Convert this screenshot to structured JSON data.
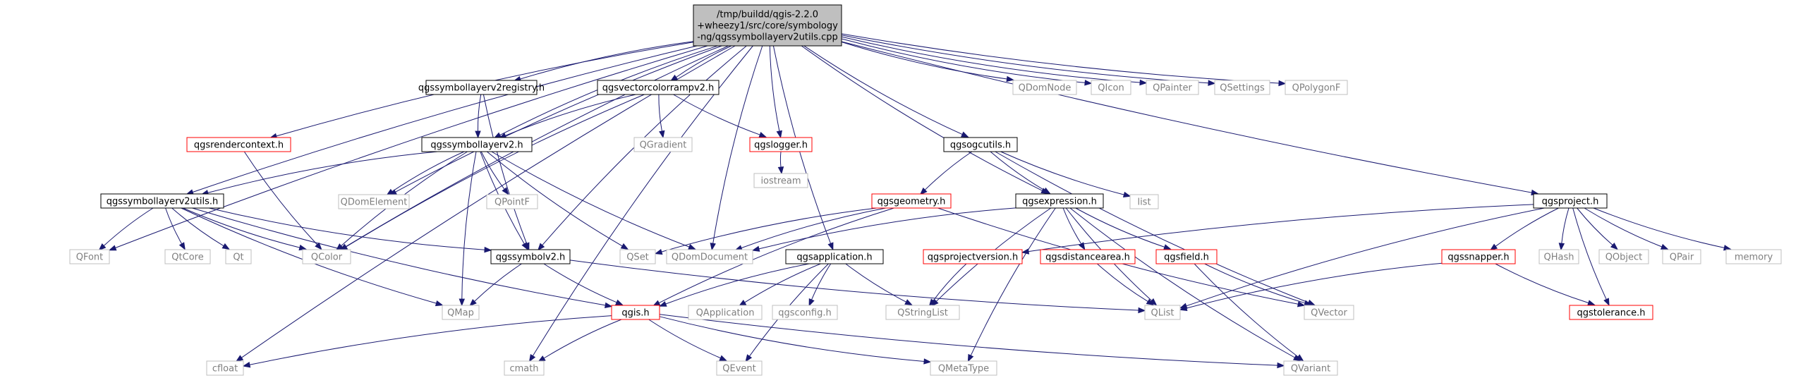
{
  "colors": {
    "edge": "#191970",
    "root_fill": "#bfbfbf",
    "root_border": "#000000",
    "normal_border": "#000000",
    "missing_border": "#ff0000",
    "external_border": "#bfbfbf",
    "external_text": "#7f7f7f",
    "text": "#000000"
  },
  "nodes": [
    {
      "id": "root",
      "label": [
        "/tmp/buildd/qgis-2.2.0",
        "+wheezy1/src/core/symbology",
        "-ng/qgssymbollayerv2utils.cpp"
      ],
      "kind": "root"
    },
    {
      "id": "registry",
      "label": [
        "qgssymbollayerv2registry.h"
      ],
      "kind": "normal"
    },
    {
      "id": "vcramp",
      "label": [
        "qgsvectorcolorrampv2.h"
      ],
      "kind": "normal"
    },
    {
      "id": "qdomnode",
      "label": [
        "QDomNode"
      ],
      "kind": "external"
    },
    {
      "id": "qicon",
      "label": [
        "QIcon"
      ],
      "kind": "external"
    },
    {
      "id": "qpainter",
      "label": [
        "QPainter"
      ],
      "kind": "external"
    },
    {
      "id": "qsettings",
      "label": [
        "QSettings"
      ],
      "kind": "external"
    },
    {
      "id": "qpolygonf",
      "label": [
        "QPolygonF"
      ],
      "kind": "external"
    },
    {
      "id": "renderctx",
      "label": [
        "qgsrendercontext.h"
      ],
      "kind": "missing"
    },
    {
      "id": "symlayer",
      "label": [
        "qgssymbollayerv2.h"
      ],
      "kind": "normal"
    },
    {
      "id": "qgradient",
      "label": [
        "QGradient"
      ],
      "kind": "external"
    },
    {
      "id": "logger",
      "label": [
        "qgslogger.h"
      ],
      "kind": "missing"
    },
    {
      "id": "ogcutils",
      "label": [
        "qgsogcutils.h"
      ],
      "kind": "normal"
    },
    {
      "id": "iostream",
      "label": [
        "iostream"
      ],
      "kind": "external"
    },
    {
      "id": "symlayerutils",
      "label": [
        "qgssymbollayerv2utils.h"
      ],
      "kind": "normal"
    },
    {
      "id": "qdomelement",
      "label": [
        "QDomElement"
      ],
      "kind": "external"
    },
    {
      "id": "qpointf",
      "label": [
        "QPointF"
      ],
      "kind": "external"
    },
    {
      "id": "geometry",
      "label": [
        "qgsgeometry.h"
      ],
      "kind": "missing"
    },
    {
      "id": "expression",
      "label": [
        "qgsexpression.h"
      ],
      "kind": "normal"
    },
    {
      "id": "list",
      "label": [
        "list"
      ],
      "kind": "external"
    },
    {
      "id": "project",
      "label": [
        "qgsproject.h"
      ],
      "kind": "normal"
    },
    {
      "id": "qfont",
      "label": [
        "QFont"
      ],
      "kind": "external"
    },
    {
      "id": "qtcore",
      "label": [
        "QtCore"
      ],
      "kind": "external"
    },
    {
      "id": "qt",
      "label": [
        "Qt"
      ],
      "kind": "external"
    },
    {
      "id": "qcolor",
      "label": [
        "QColor"
      ],
      "kind": "external"
    },
    {
      "id": "symbol",
      "label": [
        "qgssymbolv2.h"
      ],
      "kind": "normal"
    },
    {
      "id": "qset",
      "label": [
        "QSet"
      ],
      "kind": "external"
    },
    {
      "id": "qdomdoc",
      "label": [
        "QDomDocument"
      ],
      "kind": "external"
    },
    {
      "id": "application",
      "label": [
        "qgsapplication.h"
      ],
      "kind": "normal"
    },
    {
      "id": "projver",
      "label": [
        "qgsprojectversion.h"
      ],
      "kind": "missing"
    },
    {
      "id": "distarea",
      "label": [
        "qgsdistancearea.h"
      ],
      "kind": "missing"
    },
    {
      "id": "field",
      "label": [
        "qgsfield.h"
      ],
      "kind": "missing"
    },
    {
      "id": "snapper",
      "label": [
        "qgssnapper.h"
      ],
      "kind": "missing"
    },
    {
      "id": "qhash",
      "label": [
        "QHash"
      ],
      "kind": "external"
    },
    {
      "id": "qobject",
      "label": [
        "QObject"
      ],
      "kind": "external"
    },
    {
      "id": "qpair",
      "label": [
        "QPair"
      ],
      "kind": "external"
    },
    {
      "id": "memory",
      "label": [
        "memory"
      ],
      "kind": "external"
    },
    {
      "id": "qmap",
      "label": [
        "QMap"
      ],
      "kind": "external"
    },
    {
      "id": "qgis",
      "label": [
        "qgis.h"
      ],
      "kind": "missing"
    },
    {
      "id": "qapplication",
      "label": [
        "QApplication"
      ],
      "kind": "external"
    },
    {
      "id": "qgsconfig",
      "label": [
        "qgsconfig.h"
      ],
      "kind": "external"
    },
    {
      "id": "qstringlist",
      "label": [
        "QStringList"
      ],
      "kind": "external"
    },
    {
      "id": "qlist",
      "label": [
        "QList"
      ],
      "kind": "external"
    },
    {
      "id": "qvector",
      "label": [
        "QVector"
      ],
      "kind": "external"
    },
    {
      "id": "tolerance",
      "label": [
        "qgstolerance.h"
      ],
      "kind": "missing"
    },
    {
      "id": "cfloat",
      "label": [
        "cfloat"
      ],
      "kind": "external"
    },
    {
      "id": "cmath",
      "label": [
        "cmath"
      ],
      "kind": "external"
    },
    {
      "id": "qevent",
      "label": [
        "QEvent"
      ],
      "kind": "external"
    },
    {
      "id": "qmetatype",
      "label": [
        "QMetaType"
      ],
      "kind": "external"
    },
    {
      "id": "qvariant",
      "label": [
        "QVariant"
      ],
      "kind": "external"
    }
  ],
  "edges": [
    [
      "root",
      "registry"
    ],
    [
      "root",
      "vcramp"
    ],
    [
      "root",
      "qdomnode"
    ],
    [
      "root",
      "qicon"
    ],
    [
      "root",
      "qpainter"
    ],
    [
      "root",
      "qsettings"
    ],
    [
      "root",
      "qpolygonf"
    ],
    [
      "root",
      "renderctx"
    ],
    [
      "root",
      "symlayer"
    ],
    [
      "root",
      "logger"
    ],
    [
      "root",
      "ogcutils"
    ],
    [
      "root",
      "symlayerutils"
    ],
    [
      "root",
      "qdomelement"
    ],
    [
      "root",
      "expression"
    ],
    [
      "root",
      "project"
    ],
    [
      "root",
      "qfont"
    ],
    [
      "root",
      "qcolor"
    ],
    [
      "root",
      "symbol"
    ],
    [
      "root",
      "qdomdoc"
    ],
    [
      "root",
      "application"
    ],
    [
      "root",
      "cfloat"
    ],
    [
      "root",
      "cmath"
    ],
    [
      "registry",
      "symlayer"
    ],
    [
      "registry",
      "symbol"
    ],
    [
      "vcramp",
      "symlayer"
    ],
    [
      "vcramp",
      "qgradient"
    ],
    [
      "vcramp",
      "logger"
    ],
    [
      "vcramp",
      "qcolor"
    ],
    [
      "renderctx",
      "qcolor"
    ],
    [
      "symlayer",
      "symlayerutils"
    ],
    [
      "symlayer",
      "qdomelement"
    ],
    [
      "symlayer",
      "qpointf"
    ],
    [
      "symlayer",
      "qcolor"
    ],
    [
      "symlayer",
      "symbol"
    ],
    [
      "symlayer",
      "qset"
    ],
    [
      "symlayer",
      "qdomdoc"
    ],
    [
      "symlayer",
      "qmap"
    ],
    [
      "logger",
      "iostream"
    ],
    [
      "ogcutils",
      "geometry"
    ],
    [
      "ogcutils",
      "expression"
    ],
    [
      "ogcutils",
      "list"
    ],
    [
      "ogcutils",
      "qvector"
    ],
    [
      "symlayerutils",
      "qfont"
    ],
    [
      "symlayerutils",
      "qtcore"
    ],
    [
      "symlayerutils",
      "qt"
    ],
    [
      "symlayerutils",
      "qcolor"
    ],
    [
      "symlayerutils",
      "symbol"
    ],
    [
      "symlayerutils",
      "qmap"
    ],
    [
      "symlayerutils",
      "qgis"
    ],
    [
      "geometry",
      "qset"
    ],
    [
      "geometry",
      "qdomdoc"
    ],
    [
      "geometry",
      "qgis"
    ],
    [
      "geometry",
      "qvector"
    ],
    [
      "expression",
      "qdomdoc"
    ],
    [
      "expression",
      "distarea"
    ],
    [
      "expression",
      "field"
    ],
    [
      "expression",
      "qstringlist"
    ],
    [
      "expression",
      "qlist"
    ],
    [
      "expression",
      "qvariant"
    ],
    [
      "expression",
      "qmetatype"
    ],
    [
      "project",
      "projver"
    ],
    [
      "project",
      "snapper"
    ],
    [
      "project",
      "qhash"
    ],
    [
      "project",
      "qobject"
    ],
    [
      "project",
      "qpair"
    ],
    [
      "project",
      "memory"
    ],
    [
      "project",
      "qlist"
    ],
    [
      "project",
      "tolerance"
    ],
    [
      "symbol",
      "qmap"
    ],
    [
      "symbol",
      "qgis"
    ],
    [
      "symbol",
      "qlist"
    ],
    [
      "application",
      "qgis"
    ],
    [
      "application",
      "qapplication"
    ],
    [
      "application",
      "qgsconfig"
    ],
    [
      "application",
      "qstringlist"
    ],
    [
      "application",
      "qevent"
    ],
    [
      "projver",
      "qstringlist"
    ],
    [
      "distarea",
      "qlist"
    ],
    [
      "field",
      "qvector"
    ],
    [
      "field",
      "qvariant"
    ],
    [
      "snapper",
      "qlist"
    ],
    [
      "snapper",
      "tolerance"
    ],
    [
      "qgis",
      "cfloat"
    ],
    [
      "qgis",
      "cmath"
    ],
    [
      "qgis",
      "qevent"
    ],
    [
      "qgis",
      "qmetatype"
    ],
    [
      "qgis",
      "qvariant"
    ]
  ]
}
